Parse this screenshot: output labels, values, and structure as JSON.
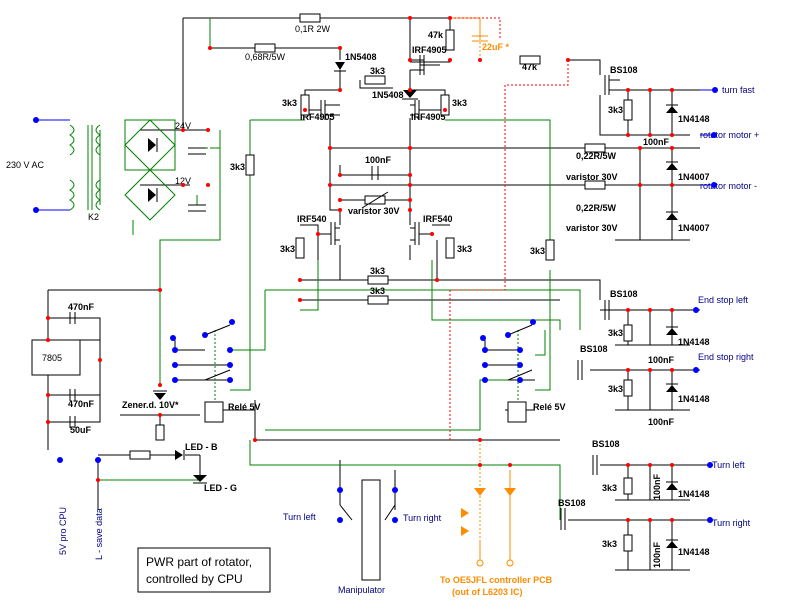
{
  "colors": {
    "wire_black": "#000000",
    "wire_blue": "#0000ff",
    "wire_green": "#008000",
    "wire_orange": "#ff8c00",
    "node_red": "#ff0000",
    "terminal_blue": "#0000ff"
  },
  "title_box": {
    "line1": "PWR part of rotator,",
    "line2": "controlled by CPU"
  },
  "power": {
    "mains": "230 V AC",
    "transformer": "K2",
    "rail_24": "24V",
    "rail_12": "12V",
    "regulator": "7805",
    "cap_470_top": "470nF",
    "cap_470_bot": "470nF",
    "cap_50": "50uF",
    "zener": "Zener.d. 10V*"
  },
  "bridge": {
    "r_top": "0,1R 2W",
    "r_mid": "0,68R/5W",
    "d_1n5408_top": "1N5408",
    "d_1n5408_mid": "1N5408",
    "r_47k_top": "47k",
    "r_47k_right": "47k",
    "cap_22uf": "22uF *",
    "q_irf4905_top": "IRF4905",
    "q_irf4905_left": "IRF4905",
    "q_irf4905_right": "IRF4905",
    "r_3k3_center": "3k3",
    "r_3k3_left_top": "3k3",
    "r_3k3_right_top": "3k3",
    "r_3k3_left_mid": "3k3",
    "cap_100nf": "100nF",
    "varistor": "varistor 30V",
    "q_irf540_left": "IRF540",
    "q_irf540_right": "IRF540",
    "r_3k3_left_bot": "3k3",
    "r_3k3_right_bot": "3k3",
    "r_3k3_cross_a": "3k3",
    "r_3k3_cross_b": "3k3",
    "r_3k3_right_long": "3k3"
  },
  "outputs": {
    "bs108_a": "BS108",
    "turn_fast": "turn fast",
    "r_3k3_a": "3k3",
    "cap_100nf_a": "100nF",
    "d_1n4148_a": "1N4148",
    "r_022_a": "0,22R/5W",
    "varistor_a": "varistor 30V",
    "d_1n4007_a": "1N4007",
    "motor_plus": "rotator motor +",
    "r_022_b": "0,22R/5W",
    "varistor_b": "varistor 30V",
    "d_1n4007_b": "1N4007",
    "motor_minus": "rotator motor -",
    "bs108_b": "BS108",
    "end_left": "End stop left",
    "r_3k3_b": "3k3",
    "cap_100nf_b": "100nF",
    "d_1n4148_b": "1N4148",
    "bs108_c": "BS108",
    "end_right": "End stop right",
    "r_3k3_c": "3k3",
    "cap_100nf_c": "100nF",
    "d_1n4148_c": "1N4148",
    "bs108_d": "BS108",
    "turn_left": "Turn left",
    "r_3k3_d": "3k3",
    "cap_100nf_d": "100nF",
    "d_1n4148_d": "1N4148",
    "bs108_e": "BS108",
    "turn_right": "Turn right",
    "r_3k3_e": "3k3",
    "cap_100nf_e": "100nF",
    "d_1n4148_e": "1N4148"
  },
  "relays": {
    "rele_left": "Relé 5V",
    "rele_right": "Relé 5V"
  },
  "leds": {
    "led_b": "LED - B",
    "led_g": "LED - G"
  },
  "bottom": {
    "vertical_5v": "5V pro CPU",
    "vertical_save": "L - save data",
    "manip_turn_left": "Turn left",
    "manip_turn_right": "Turn right",
    "manipulator": "Manipulator",
    "controller_line1": "To OE5JFL controller PCB",
    "controller_line2": "(out of L6203 IC)"
  }
}
